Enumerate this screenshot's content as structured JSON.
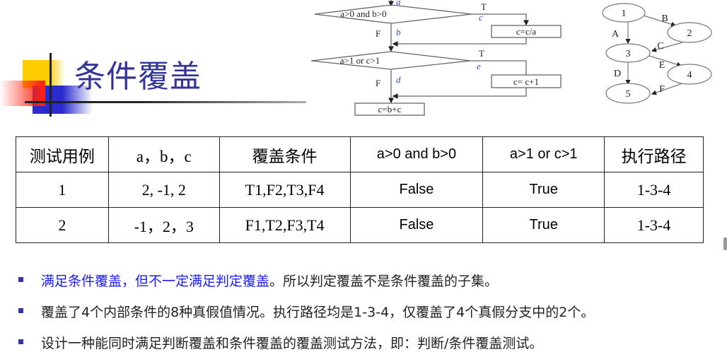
{
  "title": "条件覆盖",
  "flowchart": {
    "top_label": "a",
    "cond1": "a>0 and b>0",
    "t1": "T",
    "c": "c",
    "f1": "F",
    "b": "b",
    "box1": "c=c/a",
    "cond2": "a>1 or c>1",
    "t2": "T",
    "e": "e",
    "f2": "F",
    "d": "d",
    "box2": "c= c+1",
    "box3": "c=b+c"
  },
  "graph": {
    "nodes": [
      "1",
      "2",
      "3",
      "4",
      "5"
    ],
    "edges": [
      "A",
      "B",
      "C",
      "D",
      "E",
      "F"
    ]
  },
  "table": {
    "headers": [
      "测试用例",
      "a，b，c",
      "覆盖条件",
      "a>0 and b>0",
      "a>1 or c>1",
      "执行路径"
    ],
    "rows": [
      [
        "1",
        "2, -1, 2",
        "T1,F2,T3,F4",
        "False",
        "True",
        "1-3-4"
      ],
      [
        "2",
        "-1，2，3",
        "F1,T2,F3,T4",
        "False",
        "True",
        "1-3-4"
      ]
    ]
  },
  "bullets": [
    {
      "blue": "满足条件覆盖，但不一定满足判定覆盖",
      "rest": "。所以判定覆盖不是条件覆盖的子集。"
    },
    {
      "blue": "",
      "rest": "覆盖了4个内部条件的8种真假值情况。执行路径均是1-3-4，仅覆盖了4个真假分支中的2个。"
    },
    {
      "blue": "",
      "rest": "设计一种能同时满足判断覆盖和条件覆盖的覆盖测试方法，即：判断/条件覆盖测试。"
    }
  ]
}
